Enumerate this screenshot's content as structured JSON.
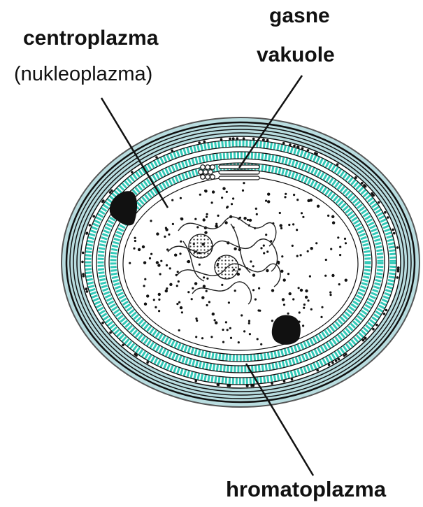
{
  "labels": {
    "centroplasm": "centroplazma",
    "nucleoplasm": "(nukleoplazma)",
    "gas_line1": "gasne",
    "gas_line2": "vakuole",
    "chromatoplasm": "hromatoplazma"
  },
  "colors": {
    "outer_sheath": "#b9dde0",
    "thylakoid_band": "#33c9b8",
    "ink": "#111111",
    "cytoplasm": "#ffffff",
    "nucleoid": "#8c8c8c"
  }
}
